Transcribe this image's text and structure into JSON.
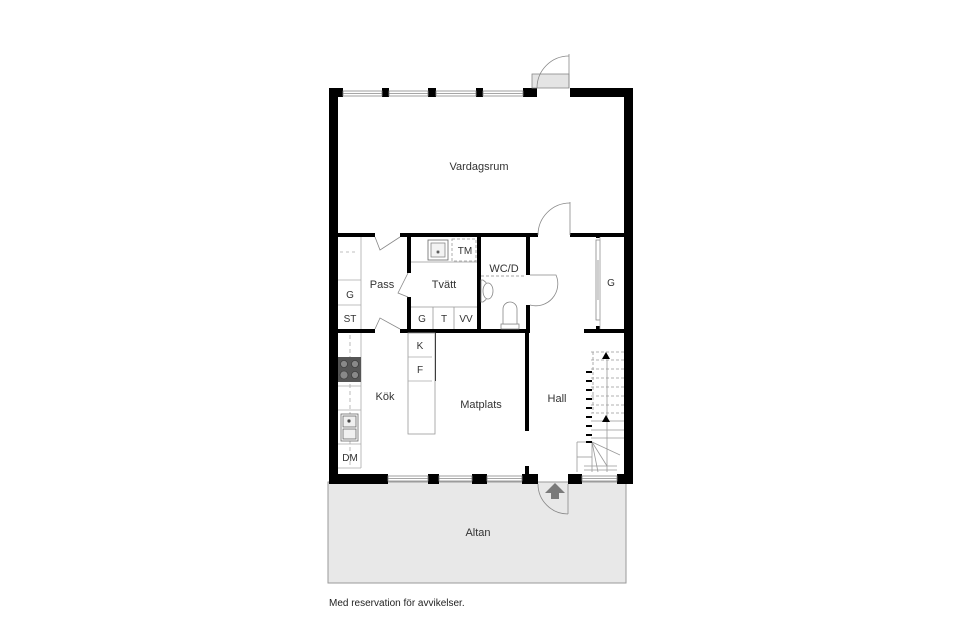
{
  "plan": {
    "rooms": {
      "vardagsrum": "Vardagsrum",
      "pass": "Pass",
      "tvatt": "Tvätt",
      "wc": "WC/D",
      "kok": "Kök",
      "matplats": "Matplats",
      "hall": "Hall",
      "altan": "Altan"
    },
    "fixtures": {
      "pass_g": "G",
      "pass_st": "ST",
      "tvatt_tm": "TM",
      "tvatt_g": "G",
      "tvatt_t": "T",
      "tvatt_vv": "VV",
      "hall_g": "G",
      "kok_k": "K",
      "kok_f": "F",
      "kok_dm": "DM"
    },
    "colors": {
      "wall": "#000000",
      "line": "#8a8a8a",
      "altan_fill": "#e8e8e8",
      "window_fill": "#ffffff",
      "arrow": "#7a7a7a",
      "text": "#333333"
    }
  },
  "footer": {
    "disclaimer": "Med reservation för avvikelser."
  }
}
